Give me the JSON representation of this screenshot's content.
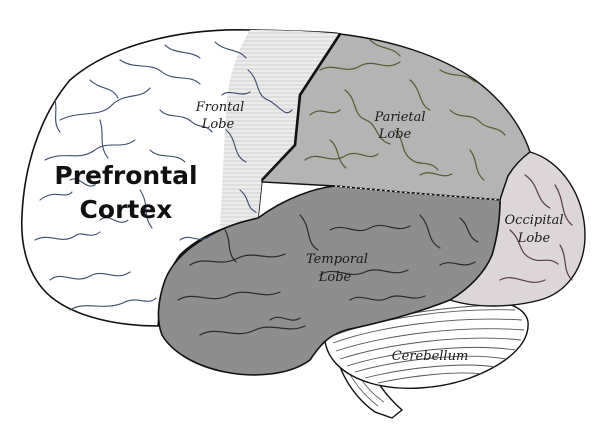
{
  "labels": {
    "prefrontal_line1": "Prefrontal",
    "prefrontal_line2": "Cortex",
    "frontal_line1": "Frontal",
    "frontal_line2": "Lobe",
    "parietal_line1": "Parietal",
    "parietal_line2": "Lobe",
    "occipital_line1": "Occipital",
    "occipital_line2": "Lobe",
    "temporal_line1": "Temporal",
    "temporal_line2": "Lobe",
    "cerebellum": "Cerebellum"
  },
  "colors": {
    "prefrontal": "#ffffff",
    "frontal": "#e8e8e8",
    "parietal": "#b4b4b4",
    "temporal": "#8e8e8e",
    "occipital": "#dcd6d8",
    "cerebellum": "#ffffff",
    "outline": "#111111",
    "gyri_prefrontal": "#3a4a6a",
    "gyri_parietal": "#565a2e",
    "gyri_temporal": "#2e2a2a",
    "gyri_occipital": "#5a3a48"
  }
}
